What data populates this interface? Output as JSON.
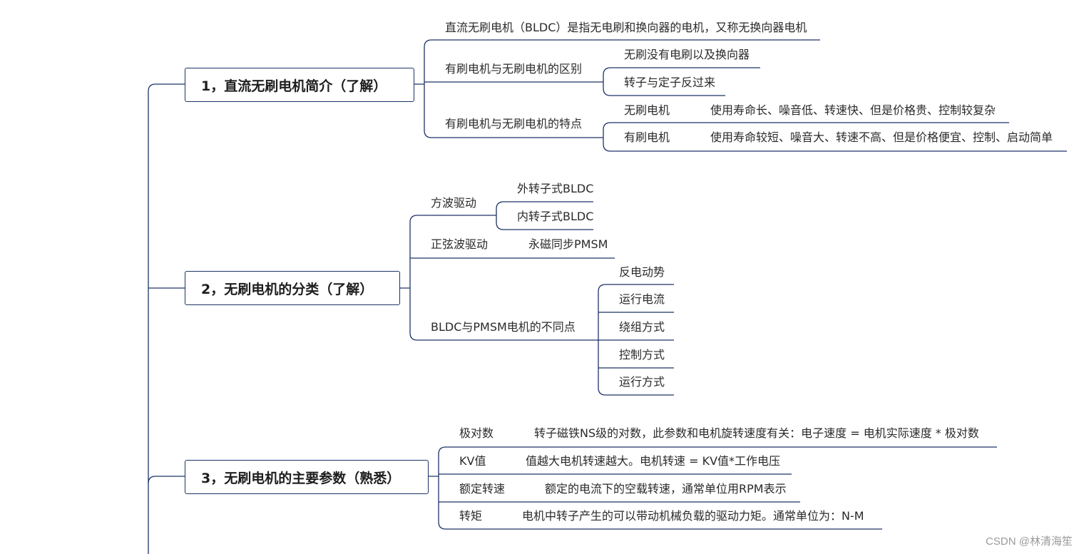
{
  "topics": [
    {
      "title": "1，直流无刷电机简介（了解）",
      "children": [
        {
          "label": "直流无刷电机（BLDC）是指无电刷和换向器的电机，又称无换向器电机"
        },
        {
          "label": "有刷电机与无刷电机的区别",
          "children": [
            {
              "label": "无刷没有电刷以及换向器"
            },
            {
              "label": "转子与定子反过来"
            }
          ]
        },
        {
          "label": "有刷电机与无刷电机的特点",
          "children": [
            {
              "label": "无刷电机",
              "detail": "使用寿命长、噪音低、转速快、但是价格贵、控制较复杂"
            },
            {
              "label": "有刷电机",
              "detail": "使用寿命较短、噪音大、转速不高、但是价格便宜、控制、启动简单"
            }
          ]
        }
      ]
    },
    {
      "title": "2，无刷电机的分类（了解）",
      "children": [
        {
          "label": "方波驱动",
          "children": [
            {
              "label": "外转子式BLDC"
            },
            {
              "label": "内转子式BLDC"
            }
          ]
        },
        {
          "label": "正弦波驱动",
          "children": [
            {
              "label": "永磁同步PMSM"
            }
          ]
        },
        {
          "label": "BLDC与PMSM电机的不同点",
          "children": [
            {
              "label": "反电动势"
            },
            {
              "label": "运行电流"
            },
            {
              "label": "绕组方式"
            },
            {
              "label": "控制方式"
            },
            {
              "label": "运行方式"
            }
          ]
        }
      ]
    },
    {
      "title": "3，无刷电机的主要参数（熟悉）",
      "children": [
        {
          "label": "极对数",
          "detail": "转子磁铁NS级的对数，此参数和电机旋转速度有关：电子速度 =  电机实际速度 * 极对数"
        },
        {
          "label": "KV值",
          "detail": "值越大电机转速越大。电机转速 = KV值*工作电压"
        },
        {
          "label": "额定转速",
          "detail": "额定的电流下的空载转速，通常单位用RPM表示"
        },
        {
          "label": "转矩",
          "detail": "电机中转子产生的可以带动机械负载的驱动力矩。通常单位为：N-M"
        }
      ]
    }
  ],
  "watermark": "CSDN @林清海笙",
  "colors": {
    "line": "#1d3366",
    "text": "#2a2a2a",
    "watermark": "#9a9a9a"
  }
}
